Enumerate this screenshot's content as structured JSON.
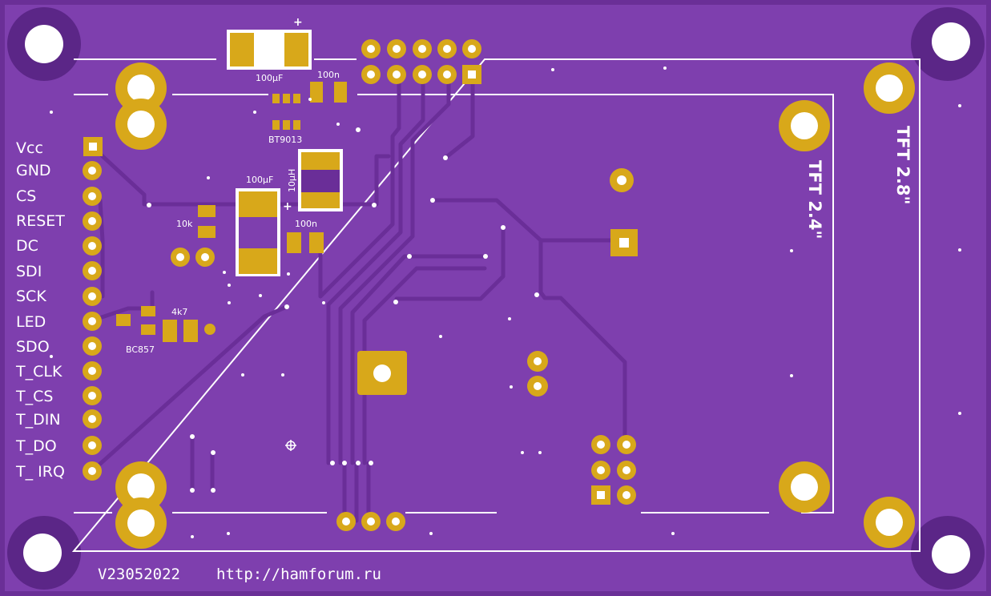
{
  "colors": {
    "board": "#7e3fae",
    "board_edge": "#6a2f97",
    "trace": "#6a2e98",
    "copper": "#d8a81a",
    "hole": "#ffffff",
    "silkscreen": "#ffffff",
    "mounting_ring": "#5b2687"
  },
  "board": {
    "version": "V23052022",
    "url": "http://hamforum.ru"
  },
  "display_labels": {
    "tft_24": "TFT 2.4\"",
    "tft_28": "TFT 2.8\""
  },
  "pin_labels": [
    "Vcc",
    "GND",
    "CS",
    "RESET",
    "DC",
    "SDI",
    "SCK",
    "LED",
    "SDO",
    "T_CLK",
    "T_CS",
    "T_DIN",
    "T_DO",
    "T_ IRQ"
  ],
  "components": {
    "cap_top": "100µF",
    "cap_top_polarity": "+",
    "cap_100n_top": "100n",
    "transistor_top": "BT9013",
    "cap_mid": "100µF",
    "inductor": "10µH",
    "inductor_polarity": "+",
    "cap_100n_mid": "100n",
    "resistor_10k": "10k",
    "resistor_4k7": "4k7",
    "transistor_bc": "BC857"
  }
}
